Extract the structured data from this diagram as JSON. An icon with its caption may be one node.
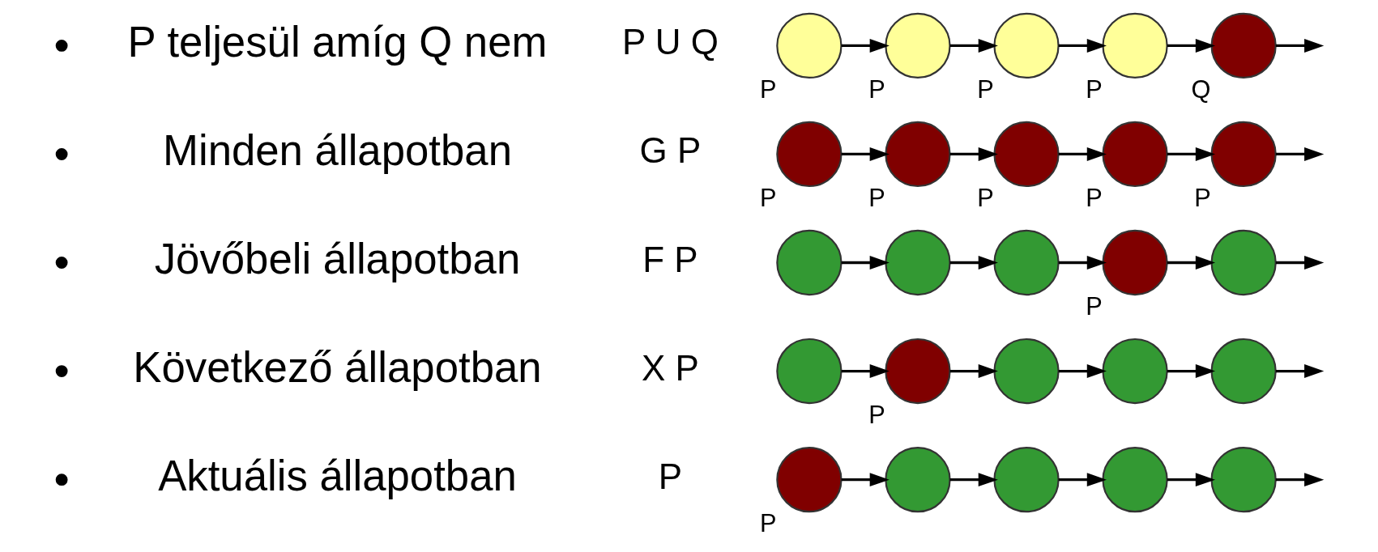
{
  "diagram": {
    "nodes": [
      {
        "text": [],
        "shape": "circle",
        "beside": [
          "P"
        ]
      },
      {
        "text": [],
        "shape": "circle"
      },
      {
        "text": [],
        "shape": "circle"
      },
      {
        "text": [],
        "shape": "circle"
      },
      {
        "text": [],
        "shape": "circle"
      },
      {
        "text": [],
        "shape": "circle"
      },
      {
        "text": [],
        "shape": "circle",
        "beside": [
          "P"
        ]
      },
      {
        "text": [],
        "shape": "circle"
      },
      {
        "text": [],
        "shape": "circle"
      },
      {
        "text": [],
        "shape": "circle"
      },
      {
        "text": [],
        "shape": "circle"
      },
      {
        "text": [],
        "shape": "circle"
      },
      {
        "text": [],
        "shape": "circle"
      },
      {
        "text": [],
        "shape": "circle",
        "beside": [
          "P"
        ]
      },
      {
        "text": [],
        "shape": "circle"
      },
      {
        "text": [],
        "shape": "circle",
        "beside": [
          "P"
        ]
      },
      {
        "text": [],
        "shape": "circle",
        "beside": [
          "P"
        ]
      },
      {
        "text": [],
        "shape": "circle",
        "beside": [
          "P"
        ]
      },
      {
        "text": [],
        "shape": "circle",
        "beside": [
          "P"
        ]
      },
      {
        "text": [],
        "shape": "circle",
        "beside": [
          "P"
        ]
      },
      {
        "text": [],
        "shape": "circle",
        "beside": [
          "P"
        ]
      },
      {
        "text": [],
        "shape": "circle",
        "beside": [
          "P"
        ]
      },
      {
        "text": [],
        "shape": "circle",
        "beside": [
          "P"
        ]
      },
      {
        "text": [],
        "shape": "circle",
        "beside": [
          "P"
        ]
      },
      {
        "text": [],
        "shape": "circle",
        "beside": [
          "Q"
        ]
      }
    ],
    "edges": [
      {
        "from": 0,
        "to": 1,
        "arrow": "to"
      },
      {
        "from": 1,
        "to": 2,
        "arrow": "to"
      },
      {
        "from": 2,
        "to": 3,
        "arrow": "to"
      },
      {
        "from": 3,
        "to": 4,
        "arrow": "to"
      },
      {
        "from": 4,
        "to": null,
        "arrow": "to"
      },
      {
        "from": 5,
        "to": 6,
        "arrow": "to"
      },
      {
        "from": 6,
        "to": 7,
        "arrow": "to"
      },
      {
        "from": 7,
        "to": 8,
        "arrow": "to"
      },
      {
        "from": 8,
        "to": 9,
        "arrow": "to"
      },
      {
        "from": 9,
        "to": null,
        "arrow": "to"
      },
      {
        "from": 10,
        "to": 11,
        "arrow": "to"
      },
      {
        "from": 11,
        "to": 12,
        "arrow": "to"
      },
      {
        "from": 12,
        "to": 13,
        "arrow": "to"
      },
      {
        "from": 13,
        "to": 14,
        "arrow": "to"
      },
      {
        "from": 14,
        "to": null,
        "arrow": "to"
      },
      {
        "from": 15,
        "to": 16,
        "arrow": "to"
      },
      {
        "from": 16,
        "to": 17,
        "arrow": "to"
      },
      {
        "from": 17,
        "to": 18,
        "arrow": "to"
      },
      {
        "from": 18,
        "to": 19,
        "arrow": "to"
      },
      {
        "from": 19,
        "to": null,
        "arrow": "to"
      },
      {
        "from": 20,
        "to": 21,
        "arrow": "to"
      },
      {
        "from": 21,
        "to": 22,
        "arrow": "to"
      },
      {
        "from": 22,
        "to": 23,
        "arrow": "to"
      },
      {
        "from": 23,
        "to": 24,
        "arrow": "to"
      },
      {
        "from": 24,
        "to": null,
        "arrow": "to"
      }
    ],
    "labels": [
      "Aktuális állapotban",
      "P",
      "Következő állapotban",
      "X P",
      "Jövőbeli állapotban",
      "F P",
      "Minden állapotban",
      "G P",
      "P teljesül amíg Q nem",
      "P U Q"
    ]
  }
}
